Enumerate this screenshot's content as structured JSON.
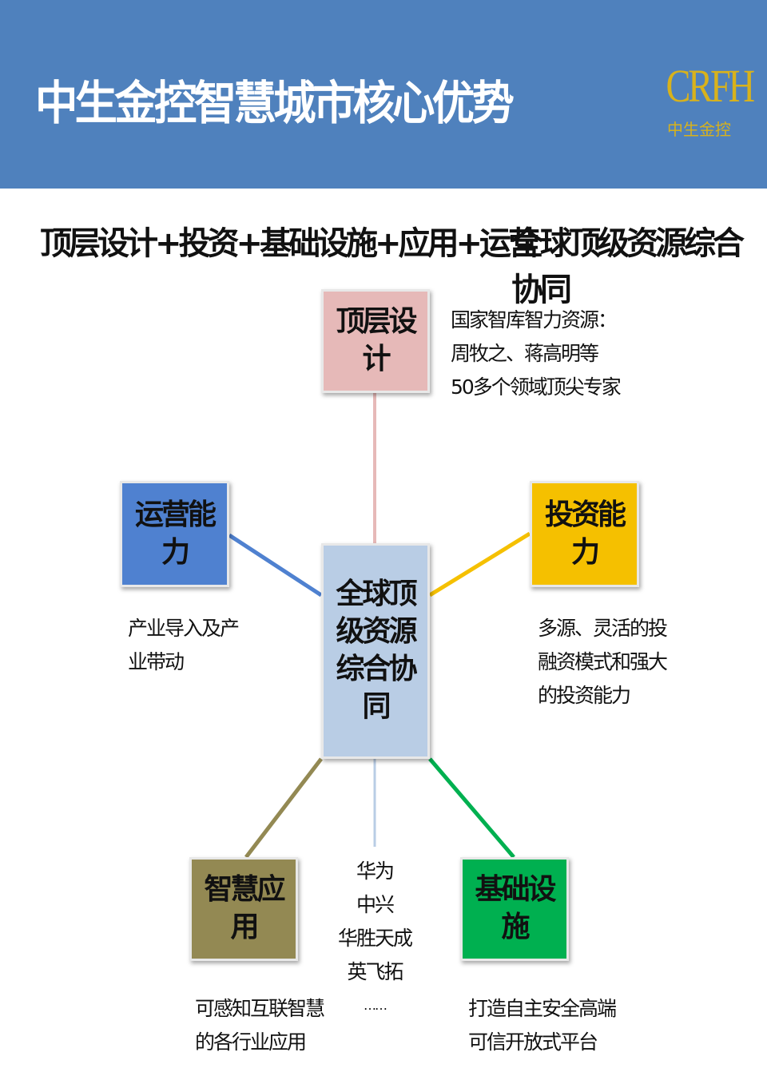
{
  "header": {
    "title": "中生金控智慧城市核心优势",
    "logo_mark": "CRFH",
    "logo_text": "中生金控"
  },
  "subtitles": {
    "left": "顶层设计+投资+基础设施+应用+运营",
    "right": "全球顶级资源综合协同"
  },
  "nodes": {
    "center": {
      "label": "全球顶级资源综合协同",
      "color": "#b9cde5"
    },
    "top": {
      "label": "顶层设计",
      "color": "#e6b9b8",
      "note": [
        "国家智库智力资源：",
        "周牧之、蒋高明等",
        "50多个领域顶尖专家"
      ]
    },
    "left": {
      "label": "运营能力",
      "color": "#4f81d0",
      "note": [
        "产业导入及产",
        "业带动"
      ]
    },
    "right": {
      "label": "投资能力",
      "color": "#f5c000",
      "note": [
        "多源、灵活的投",
        "融资模式和强大",
        "的投资能力"
      ]
    },
    "bottom_left": {
      "label": "智慧应用",
      "color": "#938953",
      "note": [
        "可感知互联智慧",
        "的各行业应用"
      ]
    },
    "bottom_right": {
      "label": "基础设施",
      "color": "#00b050",
      "note": [
        "打造自主安全高端",
        "可信开放式平台"
      ]
    },
    "bottom_center": {
      "note": [
        "华为",
        "中兴",
        "华胜天成",
        "英飞拓",
        "……"
      ]
    }
  }
}
